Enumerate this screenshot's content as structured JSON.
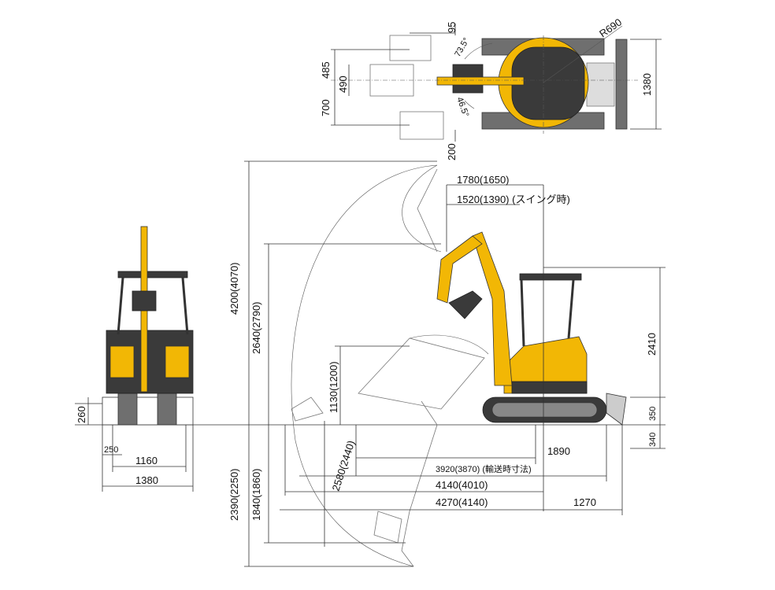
{
  "top_view": {
    "dims": {
      "offset_95": "95",
      "radius": "R690",
      "swing_left": "73.5°",
      "swing_right": "46.5°",
      "offset_485": "485",
      "bucket_490": "490",
      "offset_700": "700",
      "offset_200": "200",
      "width_1380": "1380"
    }
  },
  "side_view": {
    "dims": {
      "min_swing_radius": "1780(1650)",
      "min_swing_radius_swing": "1520(1390) (スイング時)",
      "max_dig_height": "4200(4070)",
      "max_dump_height": "2640(2790)",
      "overall_height": "2410",
      "height_1130": "1130(1200)",
      "blade_lift": "350",
      "blade_depth": "340",
      "length_1890": "1890",
      "vertical_wall_depth": "2580(2440)",
      "transport_length": "3920(3870) (輸送時寸法)",
      "length_4140": "4140(4010)",
      "max_reach": "4270(4140)",
      "length_1270": "1270",
      "max_dig_depth": "2390(2250)",
      "depth_1840": "1840(1860)"
    }
  },
  "front_view": {
    "dims": {
      "ground_clearance": "260",
      "shoe_width": "250",
      "track_gauge": "1160",
      "overall_width": "1380"
    }
  },
  "colors": {
    "machine_yellow": "#f2b705",
    "track_gray": "#6f6f6f",
    "line": "#333333"
  }
}
